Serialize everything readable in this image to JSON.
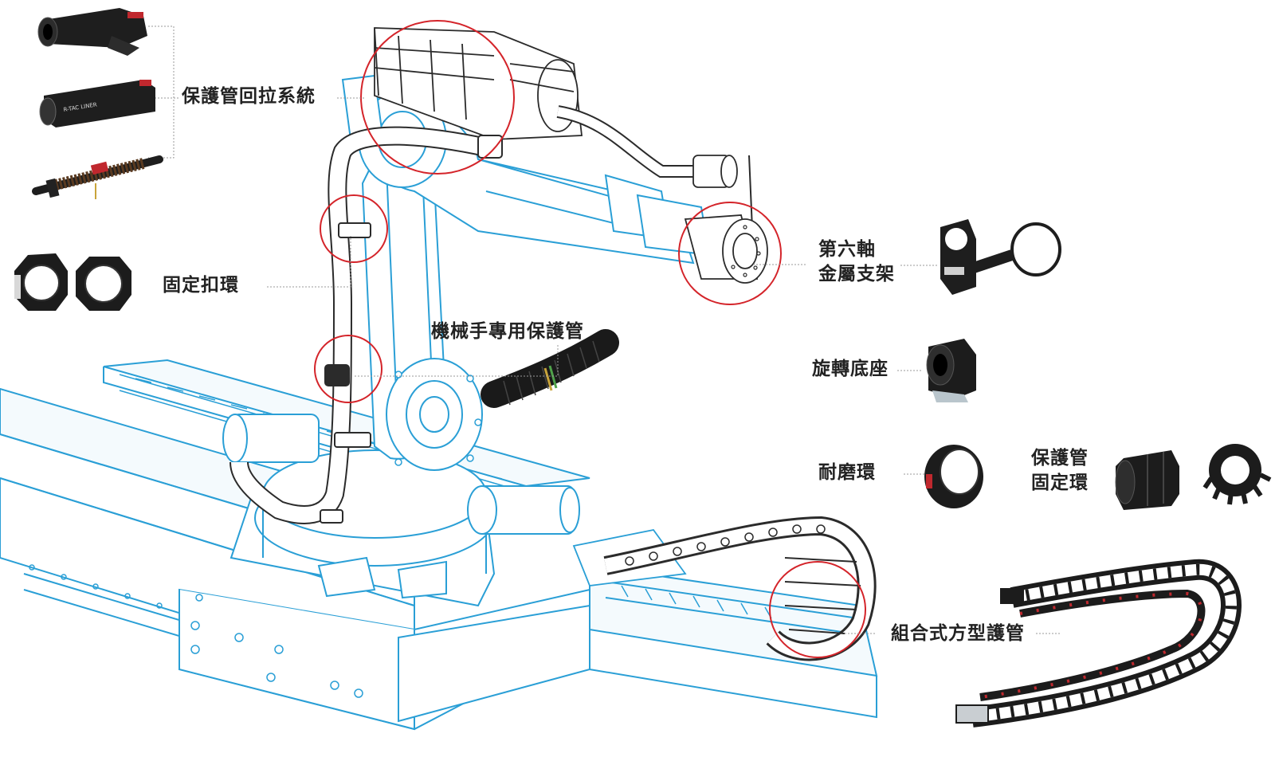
{
  "labels": {
    "retraction_system": "保護管回拉系統",
    "fixing_clamp": "固定扣環",
    "robot_hose": "機械手專用保護管",
    "sixth_axis_line1": "第六軸",
    "sixth_axis_line2": "金屬支架",
    "rotating_base": "旋轉底座",
    "wear_ring": "耐磨環",
    "hose_fixing_ring_line1": "保護管",
    "hose_fixing_ring_line2": "固定環",
    "modular_cable_chain": "組合式方型護管"
  },
  "colors": {
    "robot_line": "#2a9fd6",
    "highlight_circle": "#d4242a",
    "hose_dark": "#1a1a1a",
    "accent_red": "#c0282e",
    "label_text": "#222222",
    "leader_line": "#999999"
  },
  "icons": [
    "retraction-tube-icon",
    "retraction-liner-icon",
    "retraction-spring-icon",
    "clamp-ring-icon",
    "bracket-icon",
    "swivel-base-icon",
    "wear-ring-icon",
    "fixing-ring-icon",
    "cable-chain-icon"
  ]
}
